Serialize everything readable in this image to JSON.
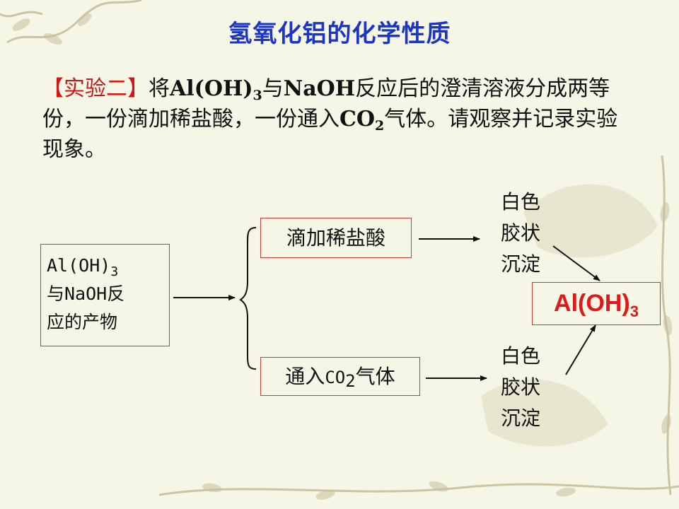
{
  "title": "氢氧化铝的化学性质",
  "intro": {
    "tag_open": "【",
    "tag_text": "实验二",
    "tag_close": "】",
    "part1": "将",
    "formula1": "Al(OH)",
    "formula1_sub": "3",
    "part2": "与",
    "reagent": "NaOH",
    "part3": "反应后的澄清溶液分成两等份，一份滴加稀盐酸，一份通入",
    "formula2": "CO",
    "formula2_sub": "2",
    "part4": "气体。请观察并记录实验现象。"
  },
  "diagram": {
    "source_line1": "Al(OH)",
    "source_line1_sub": "3",
    "source_line2": "与NaOH反",
    "source_line3": "应的产物",
    "branch_hcl": "滴加稀盐酸",
    "branch_co2_pre": "通入",
    "branch_co2_mono": "CO",
    "branch_co2_sub": "2",
    "branch_co2_post": "气体",
    "result_top": [
      "白色",
      "胶状",
      "沉淀"
    ],
    "result_bottom": [
      "白色",
      "胶状",
      "沉淀"
    ],
    "final": "Al(OH)",
    "final_sub": "3"
  },
  "colors": {
    "title": "#1b35c4",
    "accent_red": "#d21616",
    "box_border": "#dd3333",
    "background": "#f6f6e6",
    "vine_decoration": "#b8b08a"
  }
}
